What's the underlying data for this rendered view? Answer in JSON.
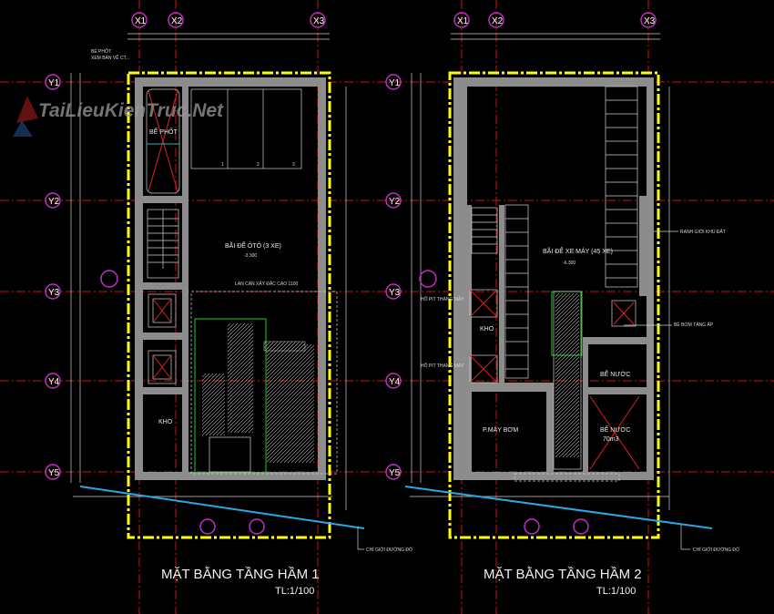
{
  "watermark": "TaiLieuKienTruc.Net",
  "axes": {
    "x": [
      "X1",
      "X2",
      "X3"
    ],
    "y": [
      "Y1",
      "Y2",
      "Y3",
      "Y4",
      "Y5"
    ]
  },
  "plan1": {
    "title": "MẶT BẰNG TẦNG HẦM 1",
    "scale": "TL:1/100",
    "septic_note_1": "BỂ PHỐT",
    "septic_note_2": "XEM BẢN VẼ CT...",
    "septic_label": "BỂ PHỐT",
    "parking_label": "BÃI ĐỂ ÔTÔ (3 XE)",
    "level": "-3.300",
    "railing_note": "LAN CAN XÂY ĐẶC CAO 1100",
    "storage": "KHO",
    "stalls": [
      "1",
      "2",
      "3"
    ],
    "red_line": "CHỈ GIỚI ĐƯỜNG ĐỎ"
  },
  "plan2": {
    "title": "MẶT BẰNG TẦNG HẦM 2",
    "scale": "TL:1/100",
    "parking_label": "BÃI ĐỂ XE MÁY (45 XE)",
    "level": "-6.300",
    "boundary": "RANH GIỚI KHU ĐẤT",
    "pit1": "HỐ PIT THANG MÁY",
    "pit2": "HỐ PIT THANG MÁY",
    "storage": "KHO",
    "water_tank": "BỂ NƯỚC",
    "pump_room": "P.MÁY BƠM",
    "water_tank_2": "BỂ NƯỚC",
    "water_tank_2_vol": "70m3",
    "booster_note": "BỂ BƠM TĂNG ÁP",
    "red_line": "CHỈ GIỚI ĐƯỜNG ĐỎ"
  }
}
